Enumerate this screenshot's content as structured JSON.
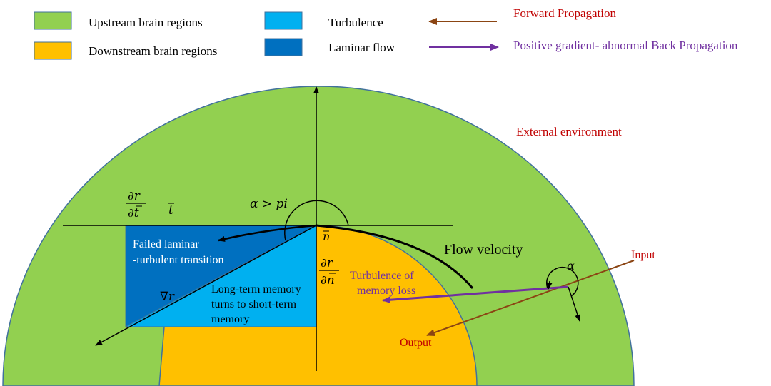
{
  "legend": {
    "upstream": "Upstream brain regions",
    "downstream": "Downstream brain regions",
    "turbulence": "Turbulence",
    "laminar": "Laminar flow",
    "forward": "Forward Propagation",
    "backprop": "Positive gradient- abnormal Back Propagation"
  },
  "labels": {
    "external": "External environment",
    "alpha_pi": "α > pi",
    "t_vec": "t",
    "dr": "∂r",
    "dt_vec": "∂t",
    "dn_vec": "∂n",
    "n_vec": "n",
    "failed_1": "Failed laminar",
    "failed_2": "-turbulent transition",
    "grad": "∇r",
    "memory_1": "Long-term memory",
    "memory_2": "turns to short-term",
    "memory_3": "memory",
    "flow_velocity": "Flow velocity",
    "turb_loss_1": "Turbulence of",
    "turb_loss_2": "memory loss",
    "input": "Input",
    "output": "Output",
    "alpha": "α"
  },
  "colors": {
    "upstream": "#92d050",
    "downstream": "#ffc000",
    "turbulence": "#00b0f0",
    "laminar": "#0070c0",
    "forward": "#8b4513",
    "backprop": "#7030a0",
    "red_text": "#c00000"
  }
}
